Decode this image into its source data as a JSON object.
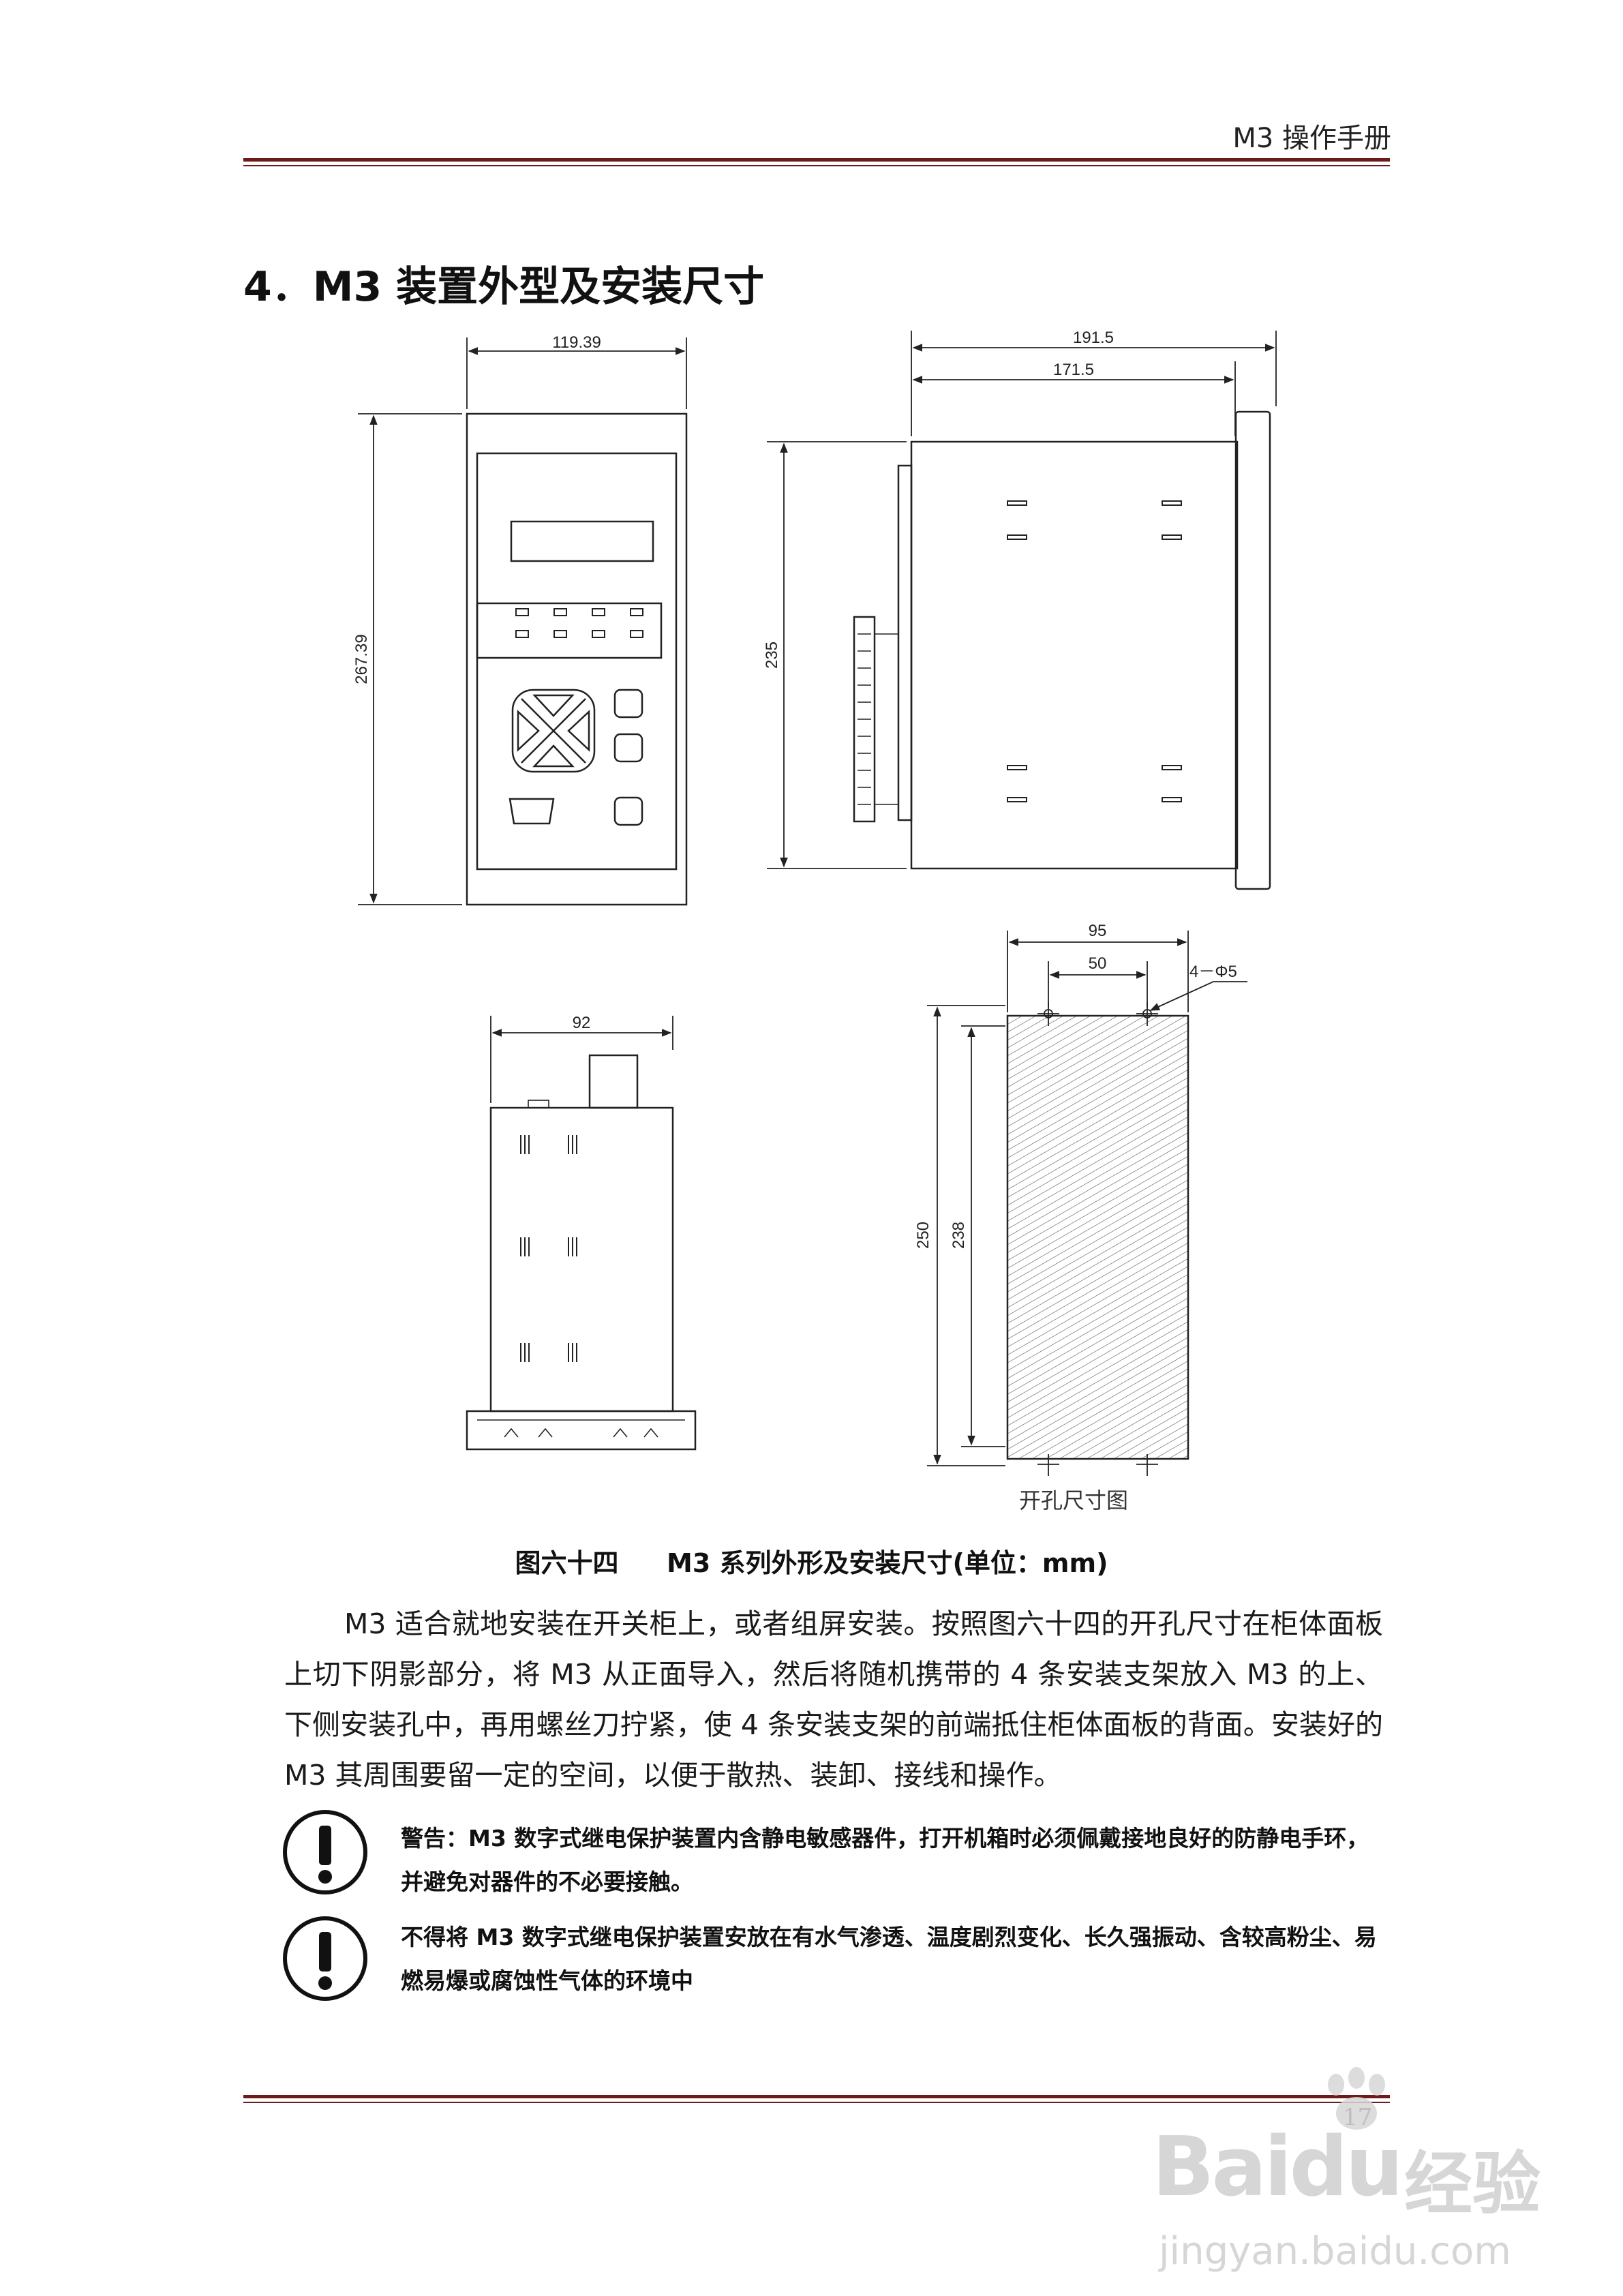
{
  "header": {
    "title": "M3 操作手册"
  },
  "section": {
    "title": "4．M3 装置外型及安装尺寸"
  },
  "figure": {
    "front_width": "119.39",
    "front_height": "267.39",
    "side_width_outer": "191.5",
    "side_width_inner": "171.5",
    "side_height": "235",
    "top_width": "92",
    "cutout_width": "95",
    "cutout_hole_spacing": "50",
    "cutout_holes": "4－Φ5",
    "cutout_height_outer": "250",
    "cutout_height_inner": "238",
    "cutout_label": "开孔尺寸图",
    "caption_prefix": "图六十四",
    "caption_text": "M3 系列外形及安装尺寸(单位：mm)"
  },
  "body": {
    "paragraph": "M3 适合就地安装在开关柜上，或者组屏安装。按照图六十四的开孔尺寸在柜体面板上切下阴影部分，将 M3 从正面导入，然后将随机携带的 4 条安装支架放入 M3 的上、下侧安装孔中，再用螺丝刀拧紧，使 4 条安装支架的前端抵住柜体面板的背面。安装好的 M3 其周围要留一定的空间，以便于散热、装卸、接线和操作。"
  },
  "warnings": [
    {
      "text": "警告：M3 数字式继电保护装置内含静电敏感器件，打开机箱时必须佩戴接地良好的防静电手环，并避免对器件的不必要接触。"
    },
    {
      "text": "不得将 M3 数字式继电保护装置安放在有水气渗透、温度剧烈变化、长久强振动、含较高粉尘、易燃易爆或腐蚀性气体的环境中"
    }
  ],
  "footer": {
    "page_number": "17"
  },
  "watermark": {
    "brand": "Baidu",
    "brand_cn": "经验",
    "url": "jingyan.baidu.com"
  }
}
